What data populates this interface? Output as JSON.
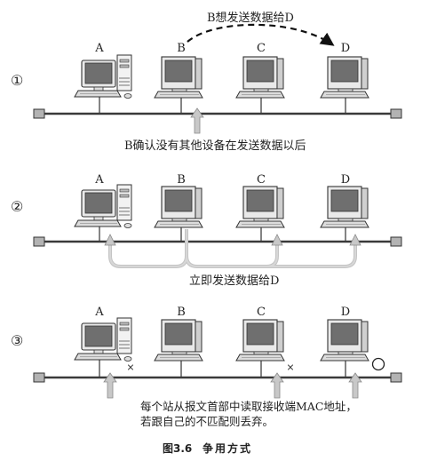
{
  "rows": [
    {
      "marker": "①",
      "top_label": "B想发送数据给D",
      "computers": [
        "A",
        "B",
        "C",
        "D"
      ],
      "bottom_label": "B确认没有其他设备在发送数据以后"
    },
    {
      "marker": "②",
      "computers": [
        "A",
        "B",
        "C",
        "D"
      ],
      "bottom_label": "立即发送数据给D"
    },
    {
      "marker": "③",
      "computers": [
        "A",
        "B",
        "C",
        "D"
      ],
      "reject_mark": "×",
      "accept_mark": "○",
      "bottom_label_line1": "每个站从报文首部中读取接收端MAC地址，",
      "bottom_label_line2": "若跟自己的不匹配则丢弃。"
    }
  ],
  "caption": {
    "figure_no": "图3.6",
    "title": "争用方式"
  }
}
